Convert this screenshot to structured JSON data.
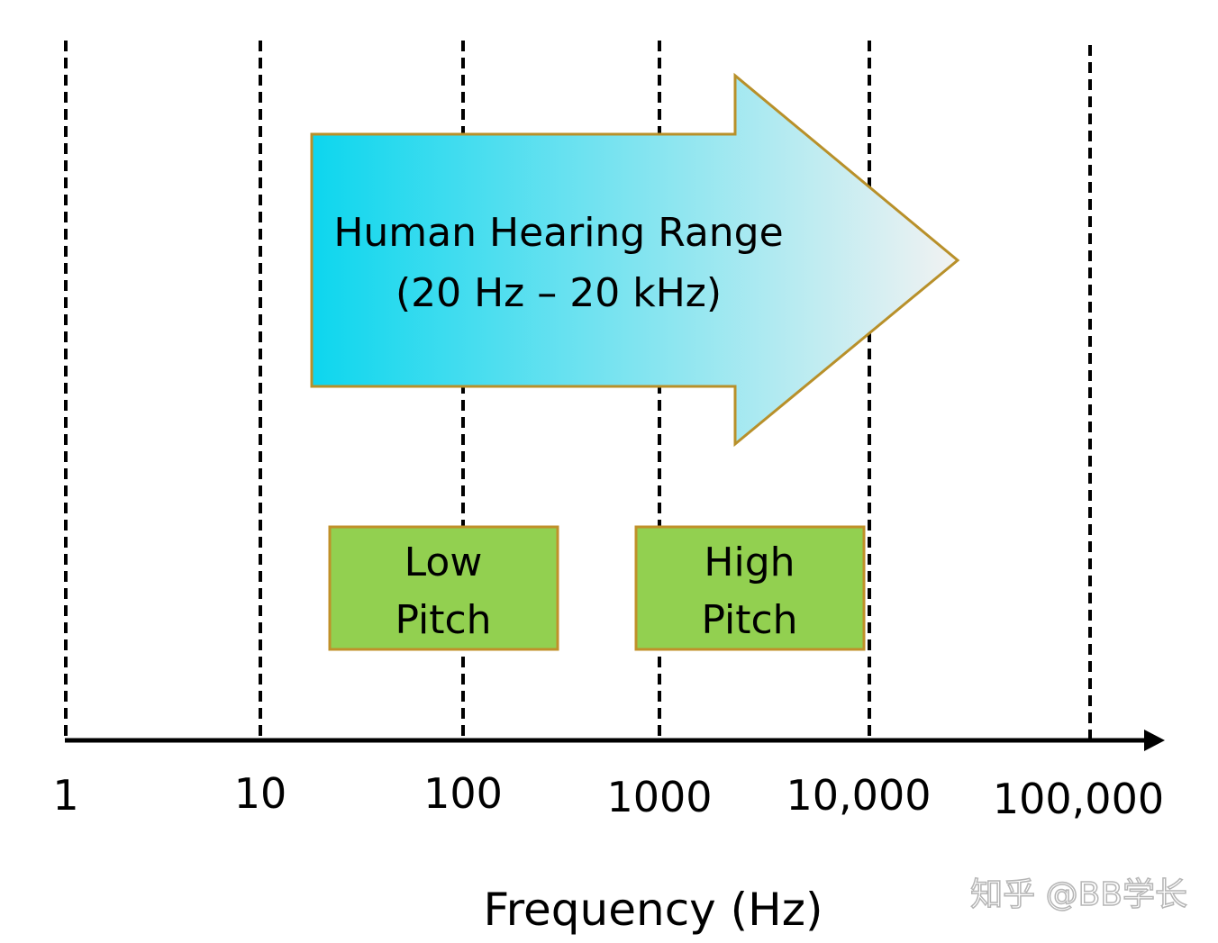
{
  "axis": {
    "title": "Frequency (Hz)",
    "ticks": [
      "1",
      "10",
      "100",
      "1000",
      "10,000",
      "100,000"
    ],
    "scale": "log"
  },
  "hearing_arrow": {
    "line1": "Human Hearing Range",
    "line2": "(20 Hz – 20 kHz)",
    "gradient_start": "#0dd6ee",
    "gradient_end": "#f2f2f2",
    "outline": "#b8902a"
  },
  "low_pitch": {
    "line1": "Low",
    "line2": "Pitch",
    "fill": "#92d050",
    "outline": "#c0902a"
  },
  "high_pitch": {
    "line1": "High",
    "line2": "Pitch",
    "fill": "#92d050",
    "outline": "#c0902a"
  },
  "watermark": {
    "text": "知乎 @BB学长"
  }
}
